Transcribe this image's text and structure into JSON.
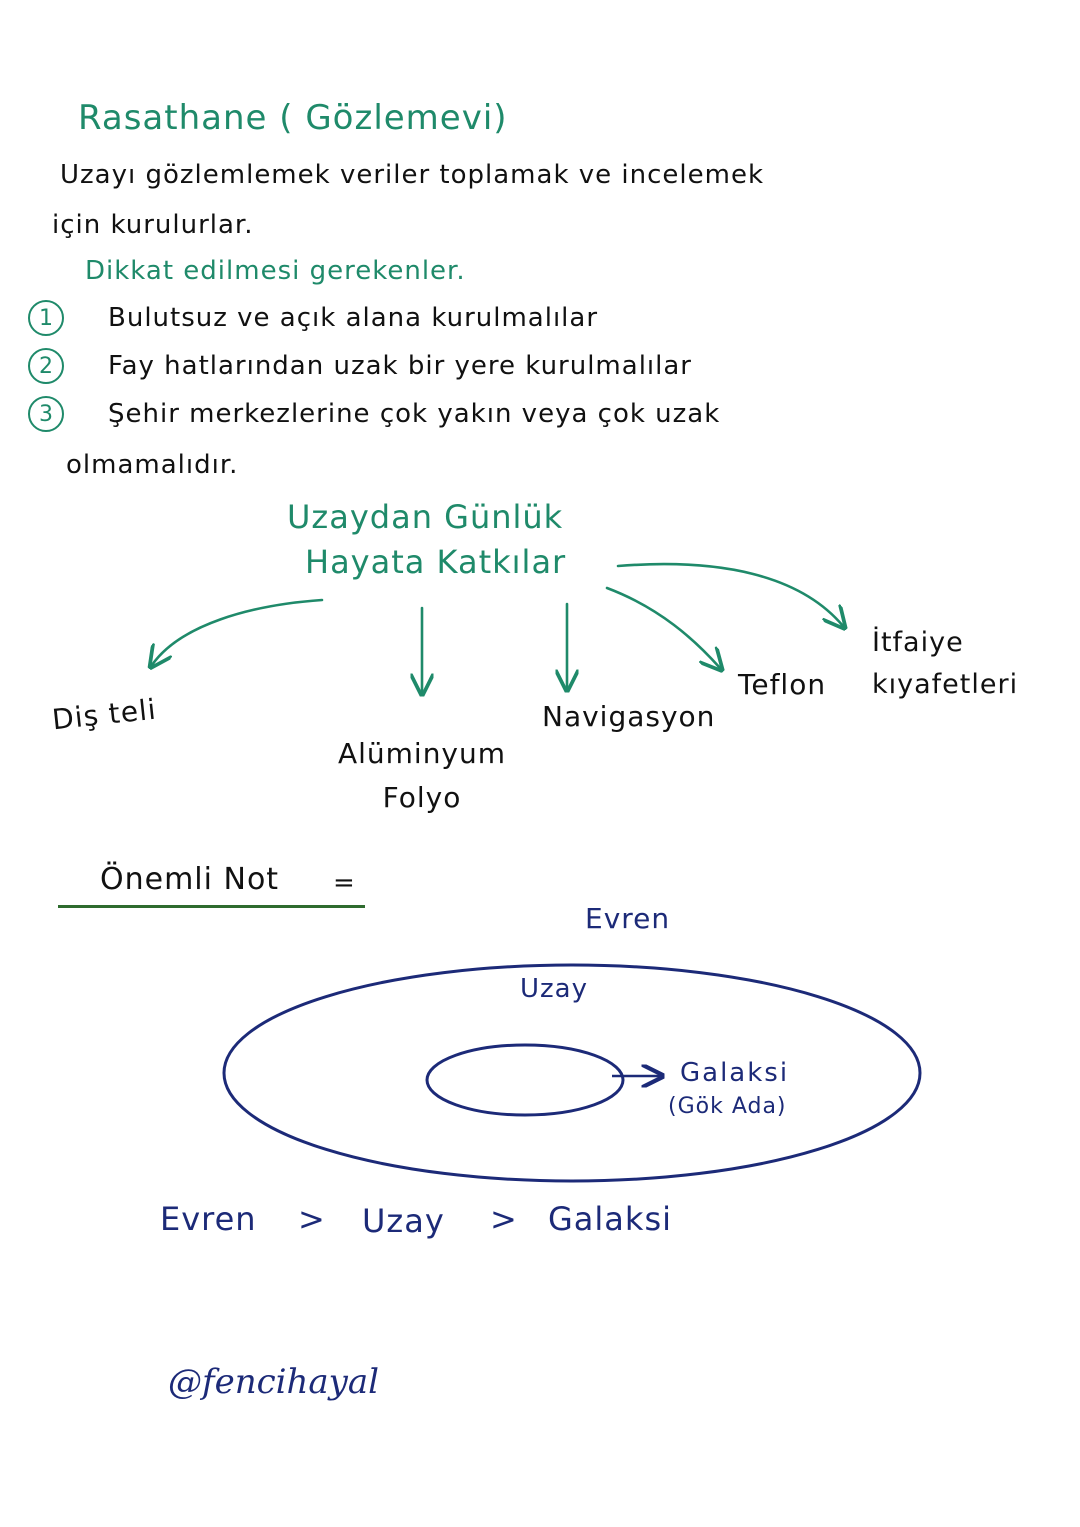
{
  "colors": {
    "heading": "#1f8a6a",
    "text": "#111111",
    "diagram": "#1c2a78"
  },
  "title": "Rasathane ( Gözlemevi)",
  "intro": {
    "line1": "Uzayı gözlemlemek veriler toplamak ve incelemek",
    "line2": "için kurulurlar."
  },
  "attention": {
    "heading": "Dikkat edilmesi gerekenler.",
    "items": [
      {
        "num": "1",
        "text": "Bulutsuz ve açık alana kurulmalılar"
      },
      {
        "num": "2",
        "text": "Fay hatlarından uzak bir yere kurulmalılar"
      },
      {
        "num": "3",
        "text": "Şehir merkezlerine çok yakın veya çok uzak"
      }
    ],
    "continuation": "olmamalıdır."
  },
  "contributions": {
    "center_line1": "Uzaydan Günlük",
    "center_line2": "Hayata Katkılar",
    "items": [
      "Diş teli",
      "Alüminyum Folyo",
      "Navigasyon",
      "Teflon",
      "İtfaiye kıyafetleri"
    ]
  },
  "note": {
    "heading": "Önemli Not",
    "symbol": "="
  },
  "diagram": {
    "outer_label": "Evren",
    "middle_label": "Uzay",
    "inner_label": "Galaksi",
    "inner_sublabel": "(Gök Ada)"
  },
  "order": {
    "a": "Evren",
    "sep1": ">",
    "b": "Uzay",
    "sep2": ">",
    "c": "Galaksi"
  },
  "signature": "@fencihayal"
}
